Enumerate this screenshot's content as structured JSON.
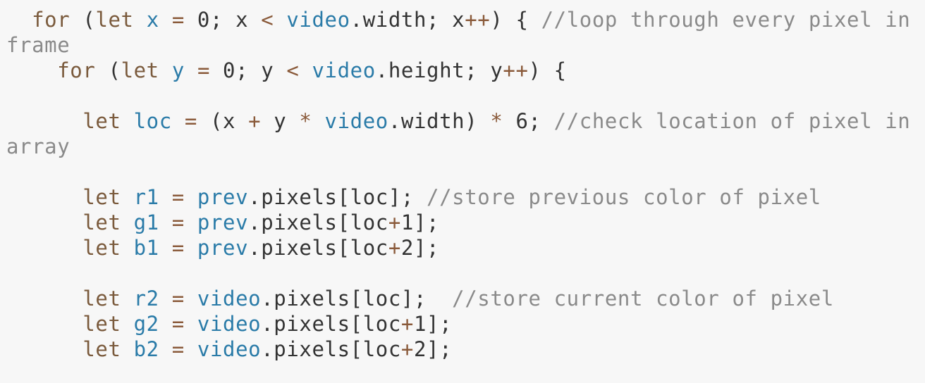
{
  "code": {
    "language": "javascript",
    "lines": [
      [
        [
          "pl",
          "  "
        ],
        [
          "kw",
          "for"
        ],
        [
          "pl",
          " ("
        ],
        [
          "kw",
          "let"
        ],
        [
          "pl",
          " "
        ],
        [
          "var",
          "x"
        ],
        [
          "pl",
          " "
        ],
        [
          "op",
          "="
        ],
        [
          "pl",
          " 0; x "
        ],
        [
          "op",
          "<"
        ],
        [
          "pl",
          " "
        ],
        [
          "var",
          "video"
        ],
        [
          "pl",
          ".width; x"
        ],
        [
          "op",
          "++"
        ],
        [
          "pl",
          ") { "
        ],
        [
          "cm",
          "//loop through every pixel in frame"
        ]
      ],
      [
        [
          "pl",
          "    "
        ],
        [
          "kw",
          "for"
        ],
        [
          "pl",
          " ("
        ],
        [
          "kw",
          "let"
        ],
        [
          "pl",
          " "
        ],
        [
          "var",
          "y"
        ],
        [
          "pl",
          " "
        ],
        [
          "op",
          "="
        ],
        [
          "pl",
          " 0; y "
        ],
        [
          "op",
          "<"
        ],
        [
          "pl",
          " "
        ],
        [
          "var",
          "video"
        ],
        [
          "pl",
          ".height; y"
        ],
        [
          "op",
          "++"
        ],
        [
          "pl",
          ") {"
        ]
      ],
      [],
      [
        [
          "pl",
          "      "
        ],
        [
          "kw",
          "let"
        ],
        [
          "pl",
          " "
        ],
        [
          "var",
          "loc"
        ],
        [
          "pl",
          " "
        ],
        [
          "op",
          "="
        ],
        [
          "pl",
          " (x "
        ],
        [
          "op",
          "+"
        ],
        [
          "pl",
          " y "
        ],
        [
          "op",
          "*"
        ],
        [
          "pl",
          " "
        ],
        [
          "var",
          "video"
        ],
        [
          "pl",
          ".width) "
        ],
        [
          "op",
          "*"
        ],
        [
          "pl",
          " 6; "
        ],
        [
          "cm",
          "//check location of pixel in array"
        ]
      ],
      [],
      [
        [
          "pl",
          "      "
        ],
        [
          "kw",
          "let"
        ],
        [
          "pl",
          " "
        ],
        [
          "var",
          "r1"
        ],
        [
          "pl",
          " "
        ],
        [
          "op",
          "="
        ],
        [
          "pl",
          " "
        ],
        [
          "var",
          "prev"
        ],
        [
          "pl",
          ".pixels[loc]; "
        ],
        [
          "cm",
          "//store previous color of pixel"
        ]
      ],
      [
        [
          "pl",
          "      "
        ],
        [
          "kw",
          "let"
        ],
        [
          "pl",
          " "
        ],
        [
          "var",
          "g1"
        ],
        [
          "pl",
          " "
        ],
        [
          "op",
          "="
        ],
        [
          "pl",
          " "
        ],
        [
          "var",
          "prev"
        ],
        [
          "pl",
          ".pixels[loc"
        ],
        [
          "op",
          "+"
        ],
        [
          "pl",
          "1];"
        ]
      ],
      [
        [
          "pl",
          "      "
        ],
        [
          "kw",
          "let"
        ],
        [
          "pl",
          " "
        ],
        [
          "var",
          "b1"
        ],
        [
          "pl",
          " "
        ],
        [
          "op",
          "="
        ],
        [
          "pl",
          " "
        ],
        [
          "var",
          "prev"
        ],
        [
          "pl",
          ".pixels[loc"
        ],
        [
          "op",
          "+"
        ],
        [
          "pl",
          "2];"
        ]
      ],
      [],
      [
        [
          "pl",
          "      "
        ],
        [
          "kw",
          "let"
        ],
        [
          "pl",
          " "
        ],
        [
          "var",
          "r2"
        ],
        [
          "pl",
          " "
        ],
        [
          "op",
          "="
        ],
        [
          "pl",
          " "
        ],
        [
          "var",
          "video"
        ],
        [
          "pl",
          ".pixels[loc];  "
        ],
        [
          "cm",
          "//store current color of pixel"
        ]
      ],
      [
        [
          "pl",
          "      "
        ],
        [
          "kw",
          "let"
        ],
        [
          "pl",
          " "
        ],
        [
          "var",
          "g2"
        ],
        [
          "pl",
          " "
        ],
        [
          "op",
          "="
        ],
        [
          "pl",
          " "
        ],
        [
          "var",
          "video"
        ],
        [
          "pl",
          ".pixels[loc"
        ],
        [
          "op",
          "+"
        ],
        [
          "pl",
          "1];"
        ]
      ],
      [
        [
          "pl",
          "      "
        ],
        [
          "kw",
          "let"
        ],
        [
          "pl",
          " "
        ],
        [
          "var",
          "b2"
        ],
        [
          "pl",
          " "
        ],
        [
          "op",
          "="
        ],
        [
          "pl",
          " "
        ],
        [
          "var",
          "video"
        ],
        [
          "pl",
          ".pixels[loc"
        ],
        [
          "op",
          "+"
        ],
        [
          "pl",
          "2];"
        ]
      ]
    ]
  }
}
